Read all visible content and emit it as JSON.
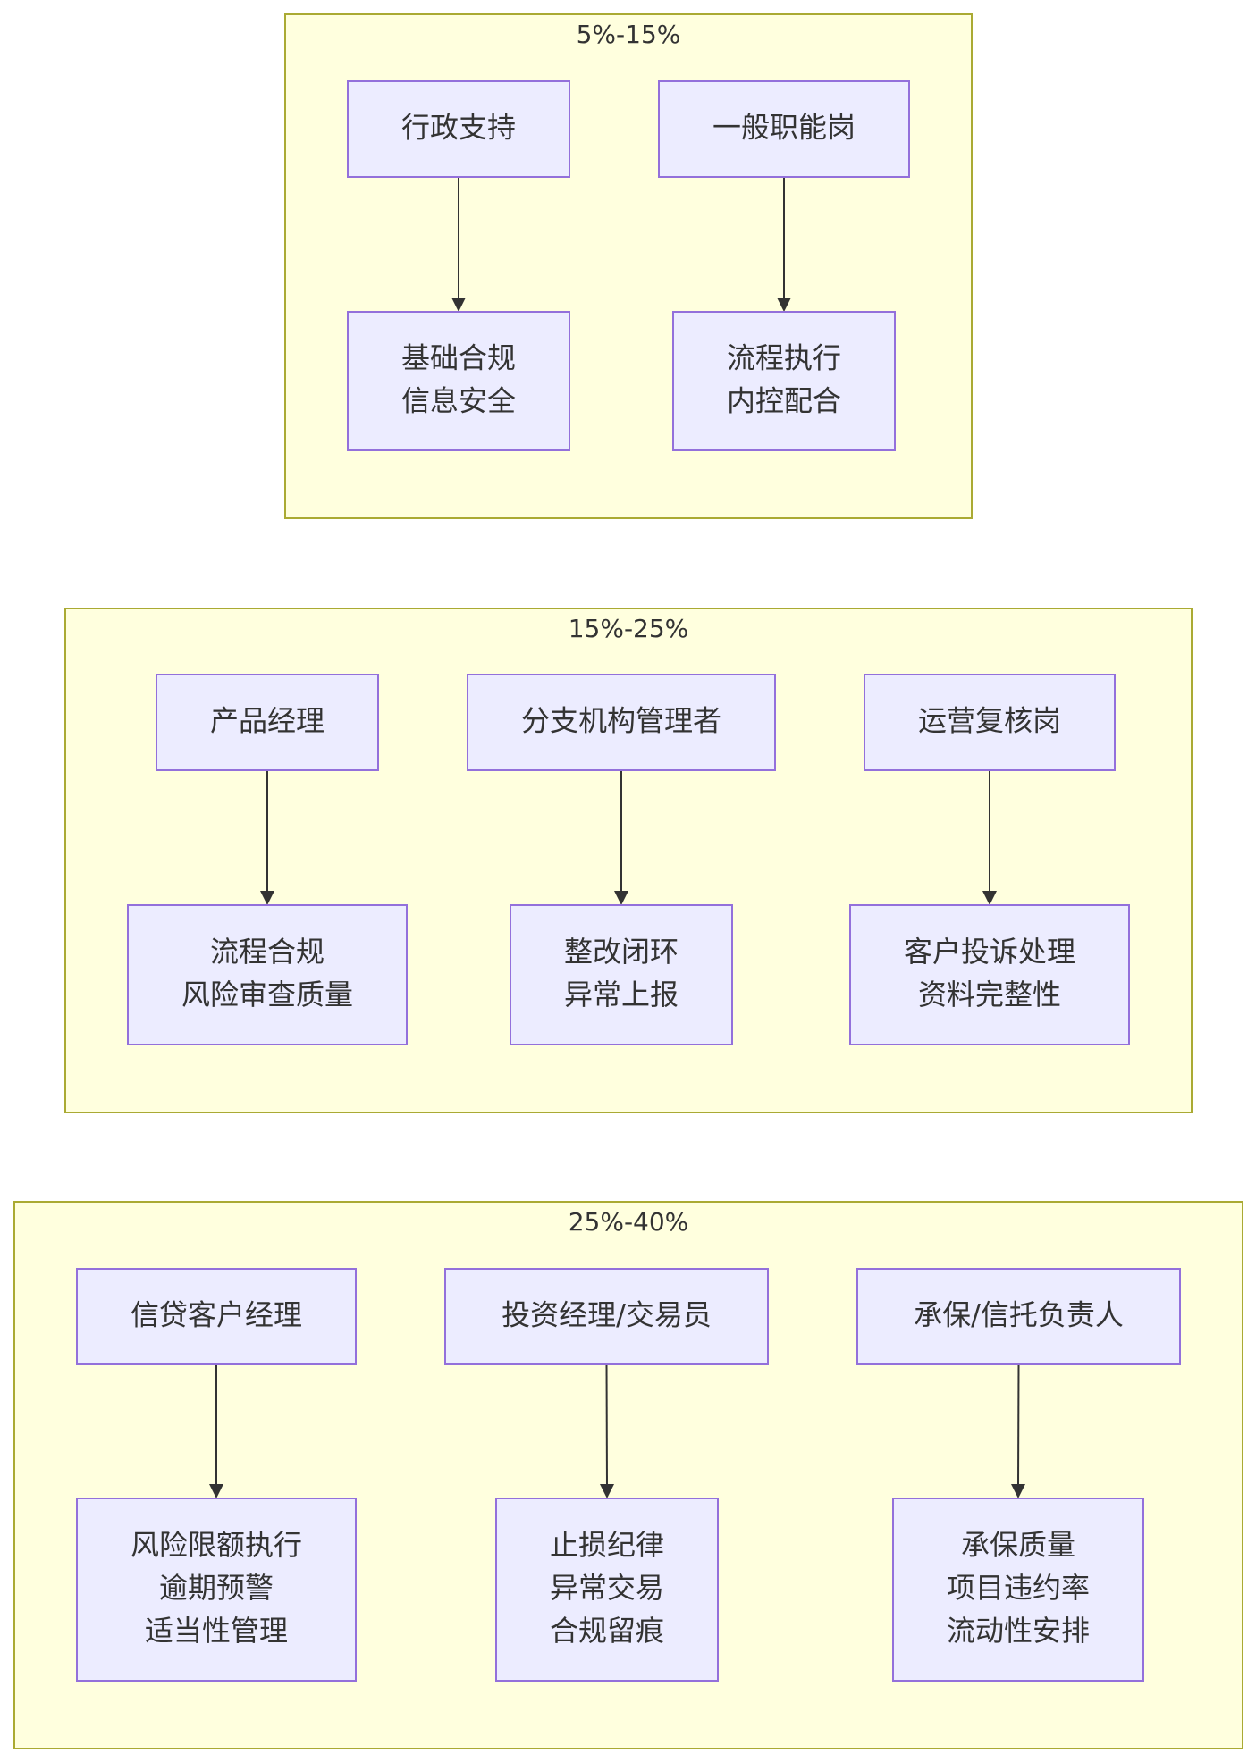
{
  "groups": [
    {
      "title": "5%-15%",
      "nodes": [
        {
          "id": "g1a",
          "lines": [
            "行政支持"
          ]
        },
        {
          "id": "g1b",
          "lines": [
            "一般职能岗"
          ]
        },
        {
          "id": "g1c",
          "lines": [
            "基础合规",
            "信息安全"
          ]
        },
        {
          "id": "g1d",
          "lines": [
            "流程执行",
            "内控配合"
          ]
        }
      ],
      "edges": [
        {
          "from": "g1a",
          "to": "g1c"
        },
        {
          "from": "g1b",
          "to": "g1d"
        }
      ]
    },
    {
      "title": "15%-25%",
      "nodes": [
        {
          "id": "g2a",
          "lines": [
            "产品经理"
          ]
        },
        {
          "id": "g2b",
          "lines": [
            "分支机构管理者"
          ]
        },
        {
          "id": "g2c",
          "lines": [
            "运营复核岗"
          ]
        },
        {
          "id": "g2d",
          "lines": [
            "流程合规",
            "风险审查质量"
          ]
        },
        {
          "id": "g2e",
          "lines": [
            "整改闭环",
            "异常上报"
          ]
        },
        {
          "id": "g2f",
          "lines": [
            "客户投诉处理",
            "资料完整性"
          ]
        }
      ],
      "edges": [
        {
          "from": "g2a",
          "to": "g2d"
        },
        {
          "from": "g2b",
          "to": "g2e"
        },
        {
          "from": "g2c",
          "to": "g2f"
        }
      ]
    },
    {
      "title": "25%-40%",
      "nodes": [
        {
          "id": "g3a",
          "lines": [
            "信贷客户经理"
          ]
        },
        {
          "id": "g3b",
          "lines": [
            "投资经理/交易员"
          ]
        },
        {
          "id": "g3c",
          "lines": [
            "承保/信托负责人"
          ]
        },
        {
          "id": "g3d",
          "lines": [
            "风险限额执行",
            "逾期预警",
            "适当性管理"
          ]
        },
        {
          "id": "g3e",
          "lines": [
            "止损纪律",
            "异常交易",
            "合规留痕"
          ]
        },
        {
          "id": "g3f",
          "lines": [
            "承保质量",
            "项目违约率",
            "流动性安排"
          ]
        }
      ],
      "edges": [
        {
          "from": "g3a",
          "to": "g3d"
        },
        {
          "from": "g3b",
          "to": "g3e"
        },
        {
          "from": "g3c",
          "to": "g3f"
        }
      ]
    }
  ]
}
